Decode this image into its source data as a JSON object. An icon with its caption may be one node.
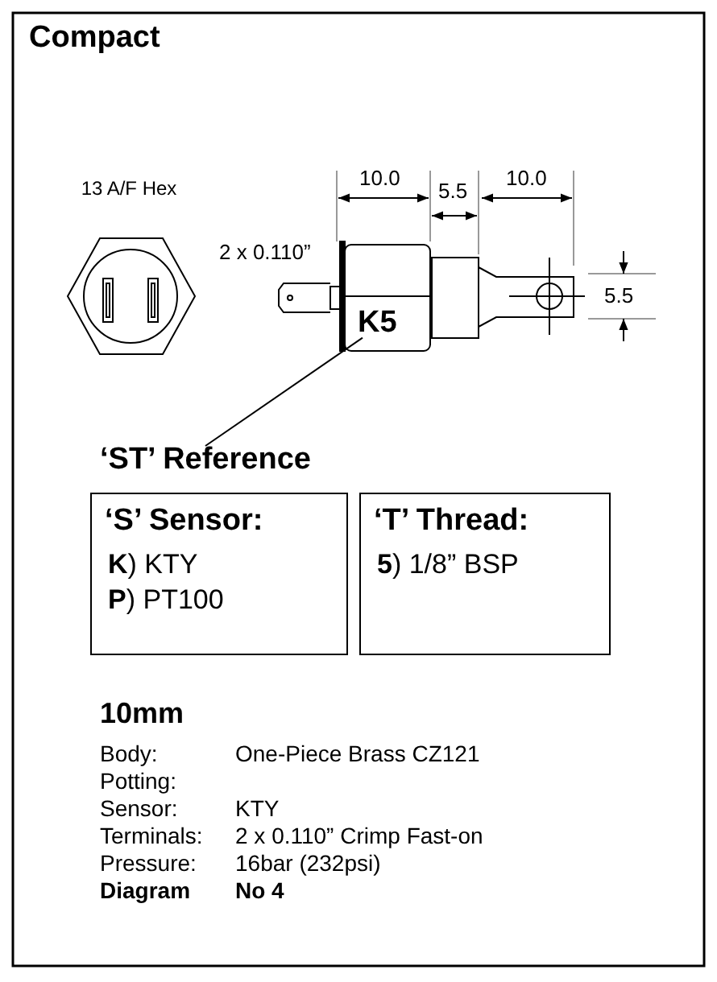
{
  "diagram": {
    "title": "Compact",
    "nodes": [
      {
        "text": [
          "‘ST’ Reference"
        ]
      },
      {
        "text": [
          "K5"
        ]
      },
      {
        "text": [
          "‘S’ Sensor:",
          "**K**) KTY",
          "**P**) PT100"
        ]
      },
      {
        "text": [
          "‘T’ Thread:",
          "**5**) 1/8” BSP"
        ]
      }
    ],
    "edges": [
      {
        "from": 0,
        "to": 1,
        "arrow": "none"
      }
    ],
    "labels": [
      "13 A/F Hex",
      "10.0",
      "5.5",
      "10.0",
      "2 x 0.110”",
      "5.5",
      "10mm",
      "Body:",
      "One-Piece Brass CZ121",
      "Potting:",
      "Sensor:",
      "KTY",
      "Terminals:",
      "2 x 0.110” Crimp Fast-on",
      "Pressure:",
      "16bar (232psi)",
      "Diagram",
      "No 4"
    ]
  }
}
